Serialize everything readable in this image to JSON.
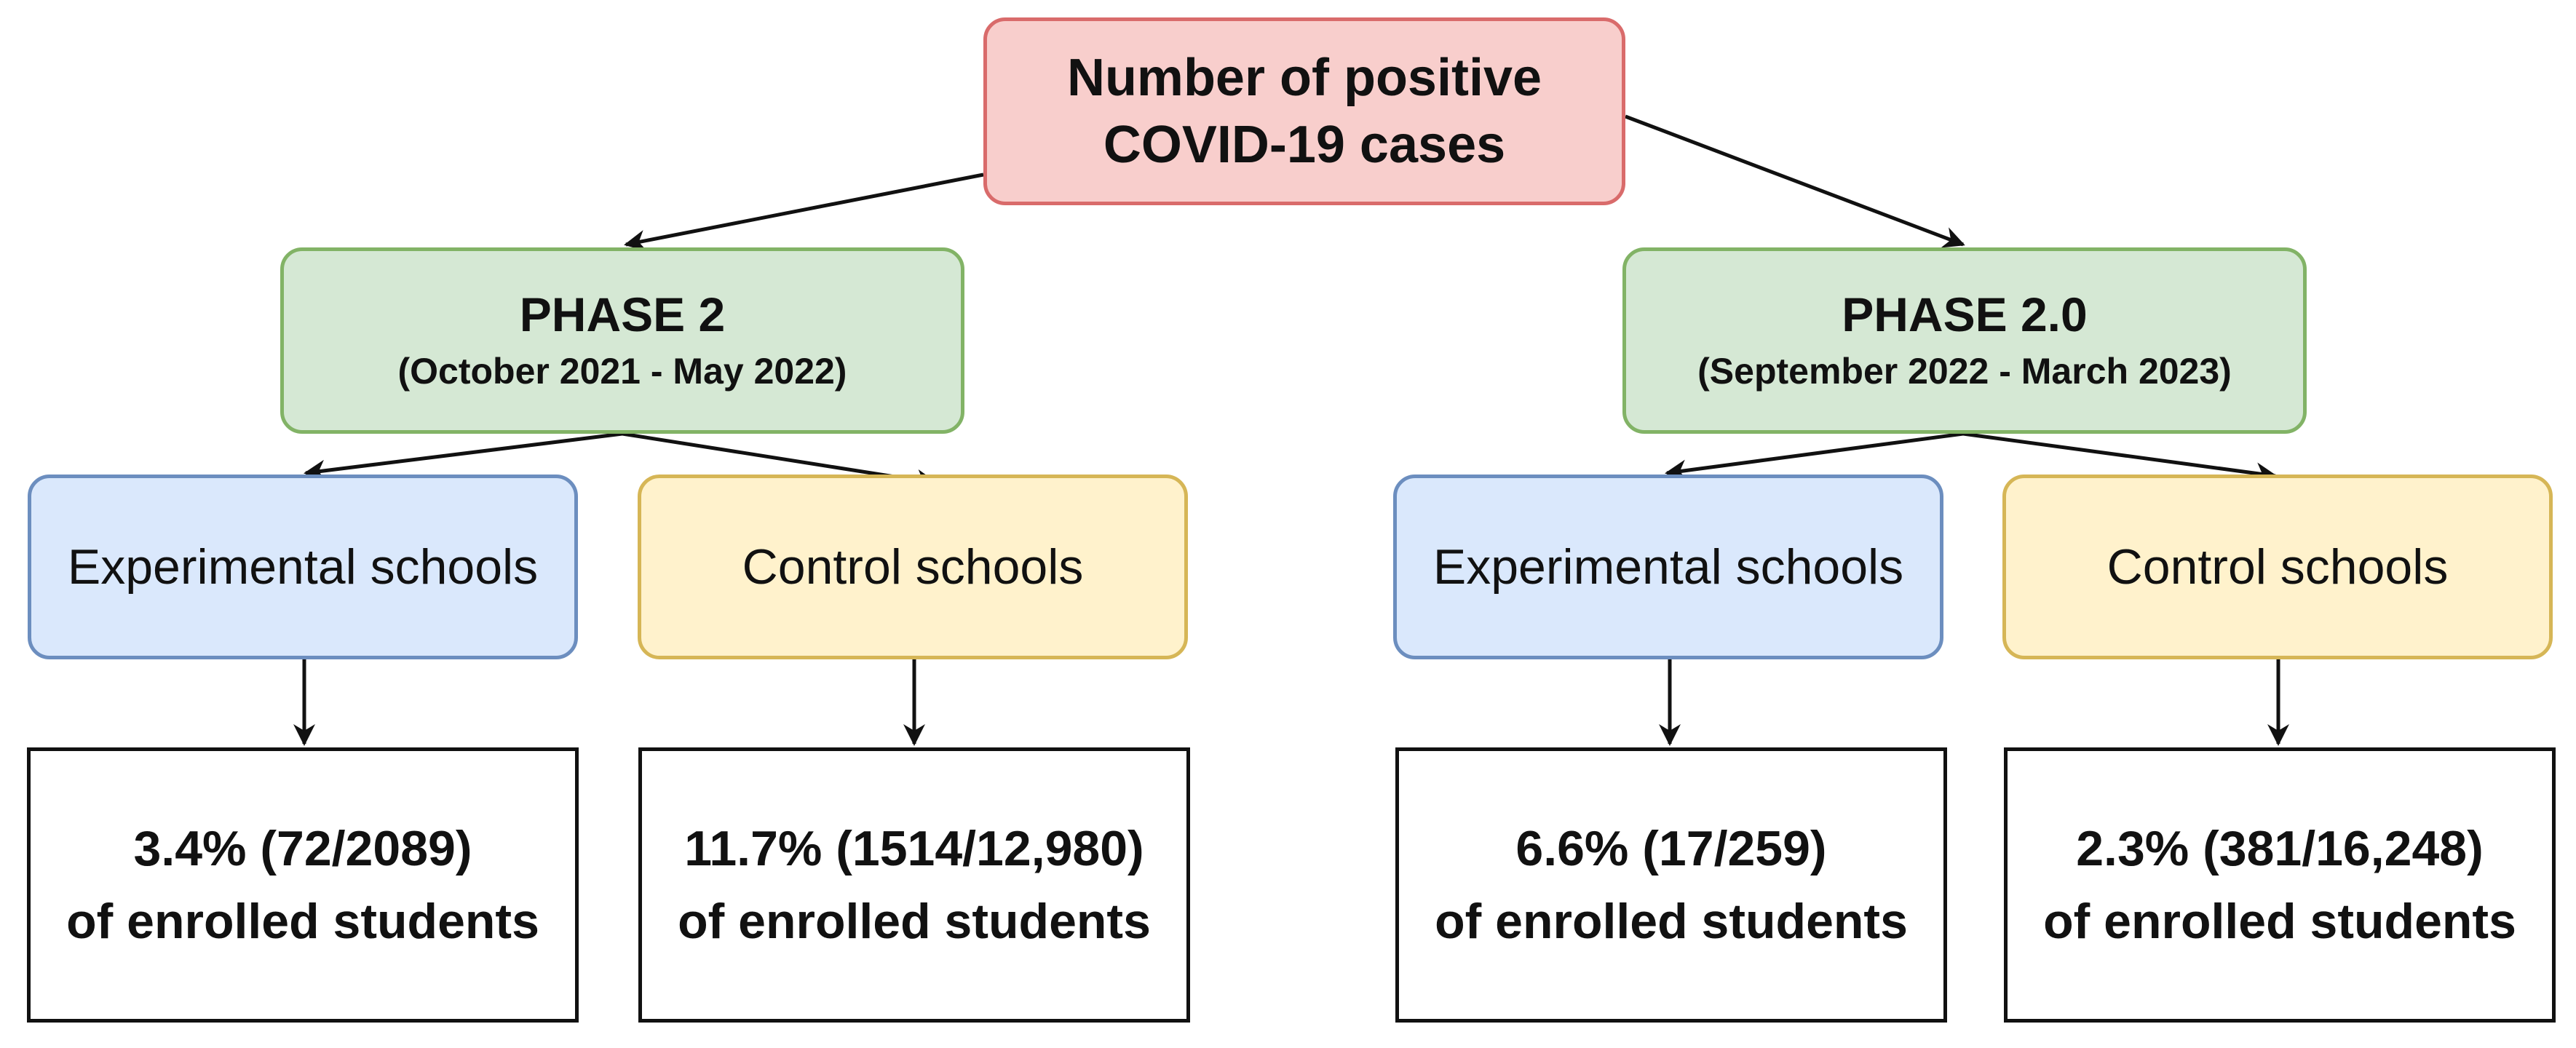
{
  "root": {
    "line1": "Number of positive",
    "line2": "COVID-19 cases"
  },
  "phases": [
    {
      "title": "PHASE 2",
      "period": "(October 2021 - May 2022)",
      "groups": [
        {
          "label": "Experimental schools",
          "result_line1": "3.4% (72/2089)",
          "result_line2": "of enrolled students"
        },
        {
          "label": "Control schools",
          "result_line1": "11.7% (1514/12,980)",
          "result_line2": "of enrolled students"
        }
      ]
    },
    {
      "title": "PHASE 2.0",
      "period": "(September 2022 - March 2023)",
      "groups": [
        {
          "label": "Experimental schools",
          "result_line1": "6.6% (17/259)",
          "result_line2": "of enrolled students"
        },
        {
          "label": "Control schools",
          "result_line1": "2.3% (381/16,248)",
          "result_line2": "of enrolled students"
        }
      ]
    }
  ],
  "colors": {
    "root_fill": "#f8cecc",
    "root_border": "#d96b6b",
    "phase_fill": "#d5e8d4",
    "phase_border": "#82b366",
    "experimental_fill": "#dae8fc",
    "experimental_border": "#6c8ebf",
    "control_fill": "#fff2cc",
    "control_border": "#d6b656",
    "result_border": "#111111",
    "arrow": "#111111"
  }
}
